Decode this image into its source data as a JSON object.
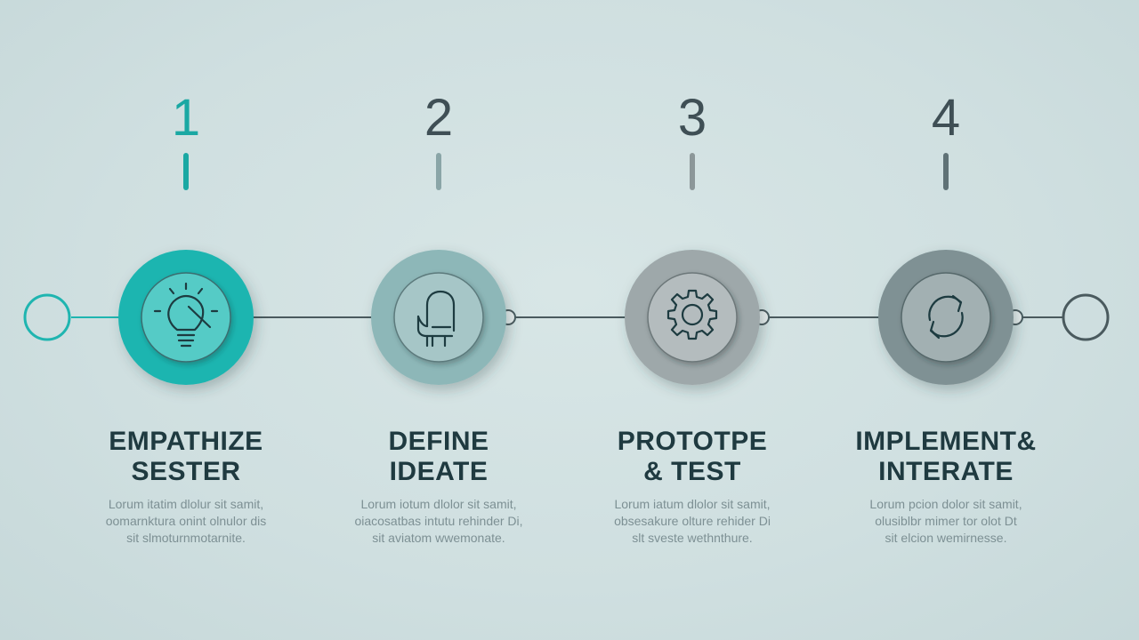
{
  "colors": {
    "background": "#cfdfe0",
    "line": "#4a5a5e",
    "teal": "#1fb5b0",
    "text_dark": "#1f3a40",
    "text_muted": "#7d9094"
  },
  "steps": [
    {
      "number": "1",
      "title_line1": "EMPATHIZE",
      "title_line2": "SESTER",
      "desc_line1": "Lorum itatim dlolur sit samit,",
      "desc_line2": "oomarnktura onint olnulor dis",
      "desc_line3": "sit slmoturnmotarnite.",
      "icon": "lightbulb-icon",
      "circle_color": "#1fb5b0",
      "inner_color": "#54cbc6",
      "number_color": "#1aa8a3",
      "tick_color": "#1aa8a3"
    },
    {
      "number": "2",
      "title_line1": "DEFINE",
      "title_line2": "IDEATE",
      "desc_line1": "Lorum iotum dlolor sit samit,",
      "desc_line2": "oiacosatbas intutu rehinder Di,",
      "desc_line3": "sit aviatom wwemonate.",
      "icon": "chair-icon",
      "circle_color": "#8db7b8",
      "inner_color": "#a6c6c7",
      "number_color": "#3f4f55",
      "tick_color": "#8aa5a7"
    },
    {
      "number": "3",
      "title_line1": "PROTOTPE",
      "title_line2": "& TEST",
      "desc_line1": "Lorum iatum dlolor sit samit,",
      "desc_line2": "obsesakure olture rehider Di",
      "desc_line3": "slt sveste wethnthure.",
      "icon": "gear-icon",
      "circle_color": "#9ea8aa",
      "inner_color": "#b4bcbe",
      "number_color": "#3f4f55",
      "tick_color": "#8c9799"
    },
    {
      "number": "4",
      "title_line1": "IMPLEMENT&",
      "title_line2": "INTERATE",
      "desc_line1": "Lorum pcion dolor sit samit,",
      "desc_line2": "olusiblbr mimer tor olot Dt",
      "desc_line3": "sit elcion wemirnesse.",
      "icon": "refresh-icon",
      "circle_color": "#7f9194",
      "inner_color": "#a2b0b2",
      "number_color": "#3f4f55",
      "tick_color": "#5f7276"
    }
  ]
}
